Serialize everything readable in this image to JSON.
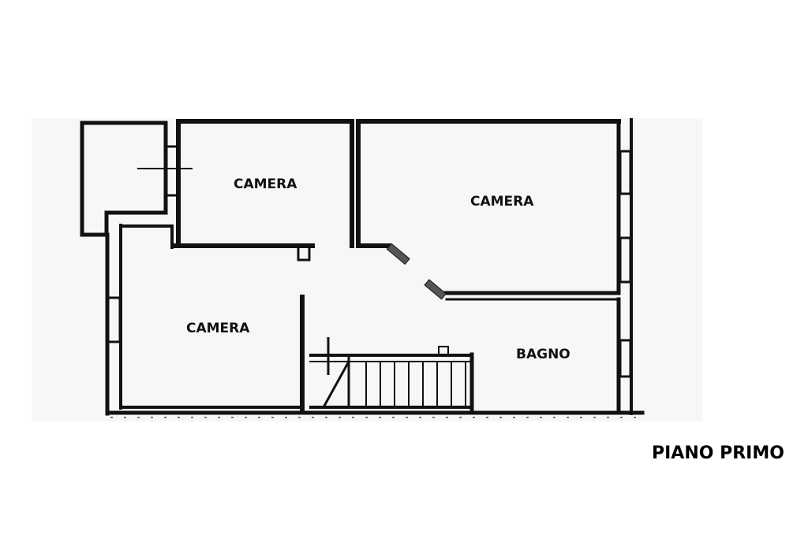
{
  "plan": {
    "floor_title": "PIANO PRIMO",
    "rooms": [
      {
        "id": "camera-top-left",
        "label": "CAMERA"
      },
      {
        "id": "camera-top-right",
        "label": "CAMERA"
      },
      {
        "id": "camera-bottom-left",
        "label": "CAMERA"
      },
      {
        "id": "bagno",
        "label": "BAGNO"
      }
    ]
  }
}
